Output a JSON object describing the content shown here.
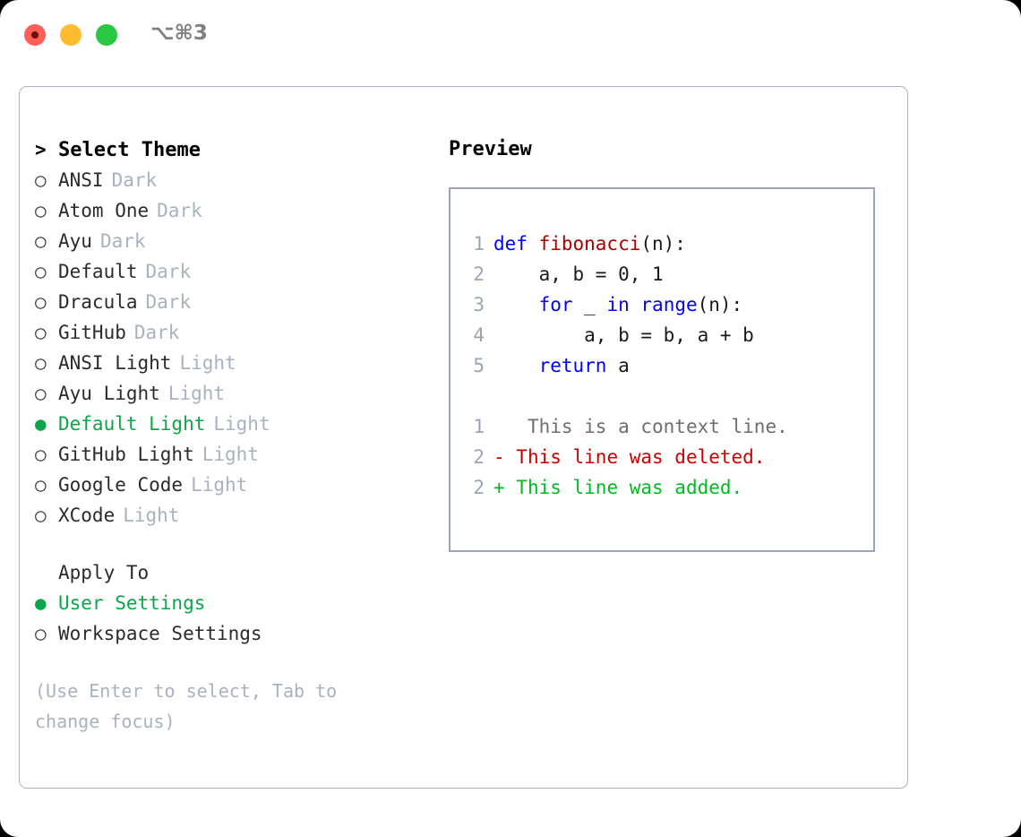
{
  "titlebar": {
    "shortcut": "⌥⌘3",
    "buttons": {
      "close": "close",
      "minimize": "minimize",
      "maximize": "maximize"
    }
  },
  "theme_selector": {
    "title": "Select Theme",
    "prompt_marker": ">",
    "marker_selected": "●",
    "marker_unselected": "○",
    "items": [
      {
        "name": "ANSI",
        "tag": "Dark",
        "selected": false
      },
      {
        "name": "Atom One",
        "tag": "Dark",
        "selected": false
      },
      {
        "name": "Ayu",
        "tag": "Dark",
        "selected": false
      },
      {
        "name": "Default",
        "tag": "Dark",
        "selected": false
      },
      {
        "name": "Dracula",
        "tag": "Dark",
        "selected": false
      },
      {
        "name": "GitHub",
        "tag": "Dark",
        "selected": false
      },
      {
        "name": "ANSI Light",
        "tag": "Light",
        "selected": false
      },
      {
        "name": "Ayu Light",
        "tag": "Light",
        "selected": false
      },
      {
        "name": "Default Light",
        "tag": "Light",
        "selected": true
      },
      {
        "name": "GitHub Light",
        "tag": "Light",
        "selected": false
      },
      {
        "name": "Google Code",
        "tag": "Light",
        "selected": false
      },
      {
        "name": "XCode",
        "tag": "Light",
        "selected": false
      }
    ]
  },
  "apply_to": {
    "header": "Apply To",
    "options": [
      {
        "label": "User Settings",
        "selected": true
      },
      {
        "label": "Workspace Settings",
        "selected": false
      }
    ]
  },
  "hint": "(Use Enter to select, Tab to change focus)",
  "preview": {
    "title": "Preview",
    "code_lines": [
      {
        "no": "1",
        "segments": [
          {
            "text": "def ",
            "cls": "kw"
          },
          {
            "text": "fibonacci",
            "cls": "fn"
          },
          {
            "text": "(n):",
            "cls": "pl"
          }
        ]
      },
      {
        "no": "2",
        "segments": [
          {
            "text": "    a, b = 0, 1",
            "cls": "pl"
          }
        ]
      },
      {
        "no": "3",
        "segments": [
          {
            "text": "    ",
            "cls": "pl"
          },
          {
            "text": "for",
            "cls": "kw"
          },
          {
            "text": " _ ",
            "cls": "pl"
          },
          {
            "text": "in",
            "cls": "kw"
          },
          {
            "text": " ",
            "cls": "pl"
          },
          {
            "text": "range",
            "cls": "kw"
          },
          {
            "text": "(n):",
            "cls": "pl"
          }
        ]
      },
      {
        "no": "4",
        "segments": [
          {
            "text": "        a, b = b, a + b",
            "cls": "pl"
          }
        ]
      },
      {
        "no": "5",
        "segments": [
          {
            "text": "    ",
            "cls": "pl"
          },
          {
            "text": "return",
            "cls": "kw"
          },
          {
            "text": " a",
            "cls": "pl"
          }
        ]
      }
    ],
    "diff_lines": [
      {
        "no": "1",
        "marker": " ",
        "text": "  This is a context line.",
        "kind": "context"
      },
      {
        "no": "2",
        "marker": "-",
        "text": " This line was deleted.",
        "kind": "deleted"
      },
      {
        "no": "2",
        "marker": "+",
        "text": " This line was added.",
        "kind": "added"
      }
    ]
  },
  "colors": {
    "accent_green": "#0ca64a",
    "muted": "#aab2c0",
    "border": "#9aa5b8",
    "keyword_blue": "#0000ff",
    "function_red": "#aa0000",
    "diff_delete": "#cc0000",
    "diff_add": "#00bb22"
  }
}
